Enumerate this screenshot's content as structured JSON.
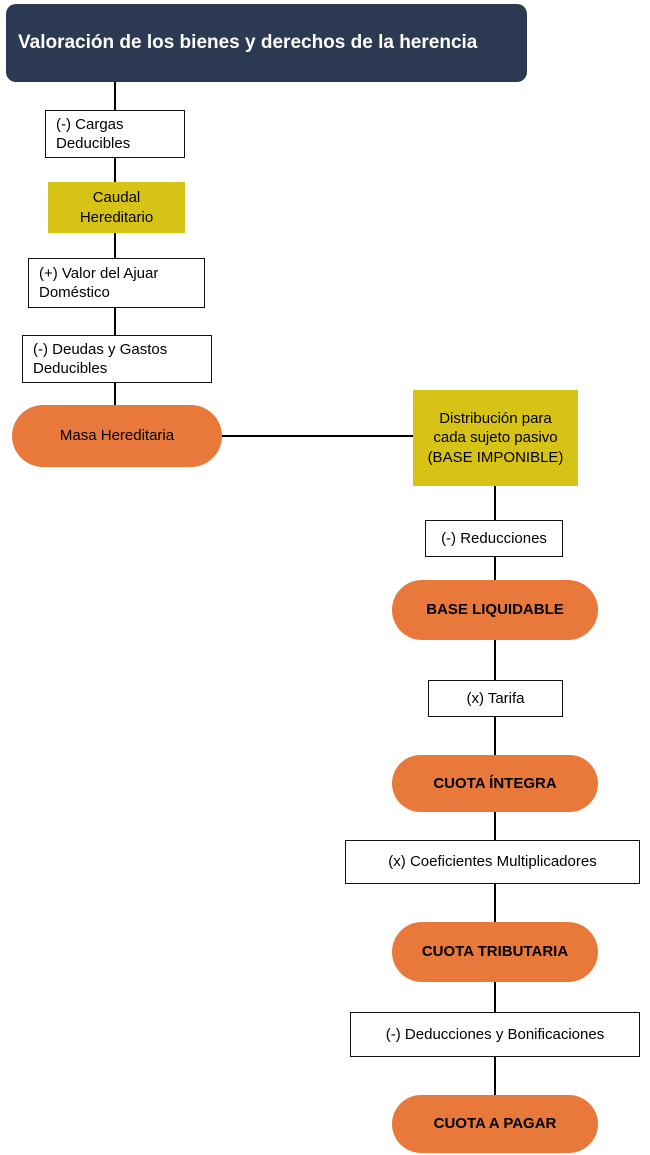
{
  "header": {
    "title": "Valoración de los bienes y derechos de la herencia"
  },
  "nodes": {
    "cargas": "(-) Cargas Deducibles",
    "caudal": "Caudal Hereditario",
    "ajuar": "(+) Valor del Ajuar Doméstico",
    "deudas": "(-) Deudas y Gastos Deducibles",
    "masa": "Masa Hereditaria",
    "distribucion": "Distribución para cada sujeto pasivo (BASE IMPONIBLE)",
    "reducciones": "(-) Reducciones",
    "base_liquidable": "BASE LIQUIDABLE",
    "tarifa": "(x) Tarifa",
    "cuota_integra": "CUOTA ÍNTEGRA",
    "coeficientes": "(x) Coeficientes Multiplicadores",
    "cuota_tributaria": "CUOTA TRIBUTARIA",
    "deducciones": "(-) Deducciones y Bonificaciones",
    "cuota_a_pagar": "CUOTA A PAGAR"
  },
  "colors": {
    "header_bg": "#2b3a52",
    "header_text": "#ffffff",
    "highlight_yellow": "#d6c315",
    "highlight_orange": "#e8793b",
    "box_border": "#111111",
    "connector": "#000000"
  }
}
